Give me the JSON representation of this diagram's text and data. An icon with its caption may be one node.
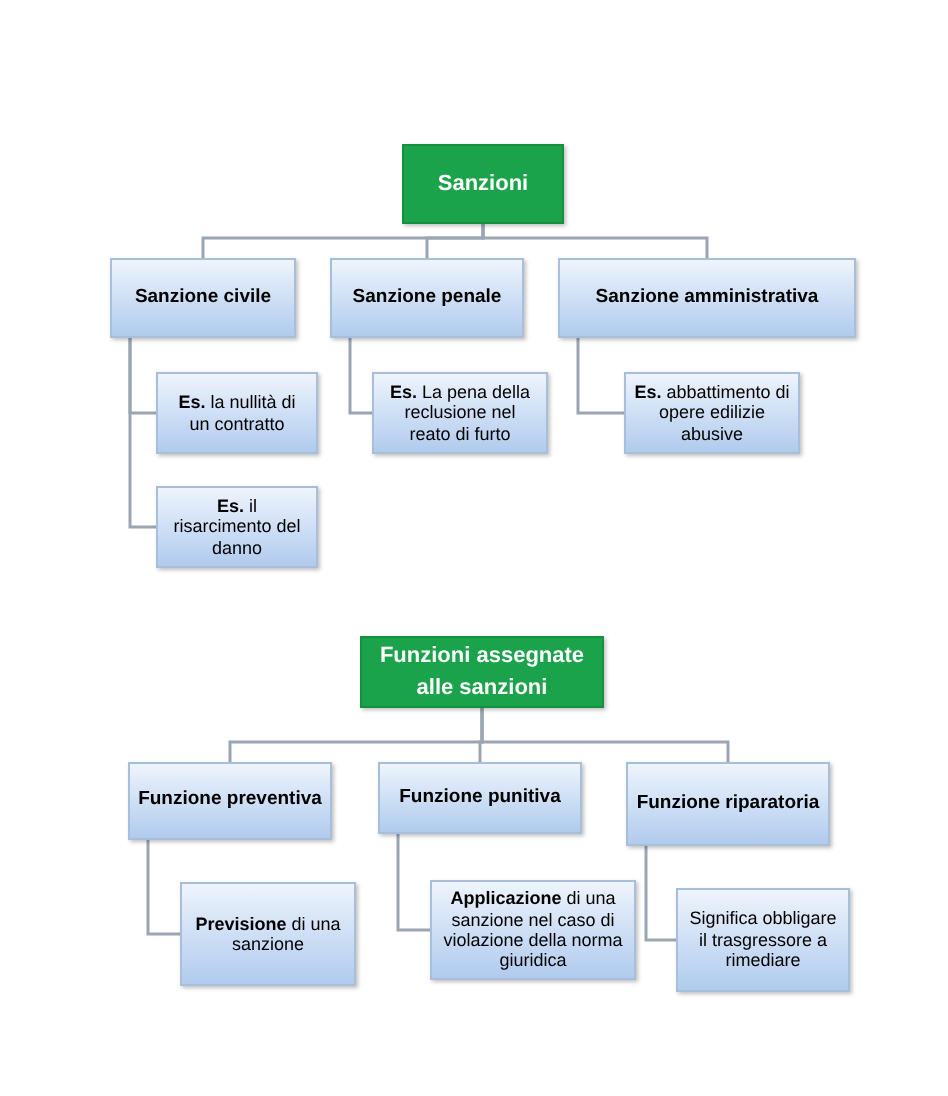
{
  "diagram": {
    "nodes": [
      {
        "text": [
          "Sanzioni"
        ]
      },
      {
        "text": [
          "Sanzione civile"
        ]
      },
      {
        "text": [
          "Sanzione penale"
        ]
      },
      {
        "text": [
          "Sanzione amministrativa"
        ]
      },
      {
        "text": [
          "**Es.** la nullità di un contratto"
        ]
      },
      {
        "text": [
          "**Es.** il risarcimento del danno"
        ]
      },
      {
        "text": [
          "**Es.** La pena della reclusione nel reato di furto"
        ]
      },
      {
        "text": [
          "**Es.** abbattimento di opere edilizie abusive"
        ]
      },
      {
        "text": [
          "Funzioni assegnate alle sanzioni"
        ]
      },
      {
        "text": [
          "Funzione preventiva"
        ]
      },
      {
        "text": [
          "Funzione punitiva"
        ]
      },
      {
        "text": [
          "Funzione riparatoria"
        ]
      },
      {
        "text": [
          "**Previsione** di una sanzione"
        ]
      },
      {
        "text": [
          "**Applicazione** di una sanzione nel caso di violazione della norma giuridica"
        ]
      },
      {
        "text": [
          "Significa obbligare il trasgressore a rimediare"
        ]
      }
    ],
    "edges": [
      {
        "from": 0,
        "to": 1,
        "arrow": "none"
      },
      {
        "from": 0,
        "to": 2,
        "arrow": "none"
      },
      {
        "from": 0,
        "to": 3,
        "arrow": "none"
      },
      {
        "from": 1,
        "to": 4,
        "arrow": "none"
      },
      {
        "from": 1,
        "to": 5,
        "arrow": "none"
      },
      {
        "from": 2,
        "to": 6,
        "arrow": "none"
      },
      {
        "from": 3,
        "to": 7,
        "arrow": "none"
      },
      {
        "from": 8,
        "to": 9,
        "arrow": "none"
      },
      {
        "from": 8,
        "to": 10,
        "arrow": "none"
      },
      {
        "from": 8,
        "to": 11,
        "arrow": "none"
      },
      {
        "from": 9,
        "to": 12,
        "arrow": "none"
      },
      {
        "from": 10,
        "to": 13,
        "arrow": "none"
      },
      {
        "from": 11,
        "to": 14,
        "arrow": "none"
      }
    ]
  }
}
